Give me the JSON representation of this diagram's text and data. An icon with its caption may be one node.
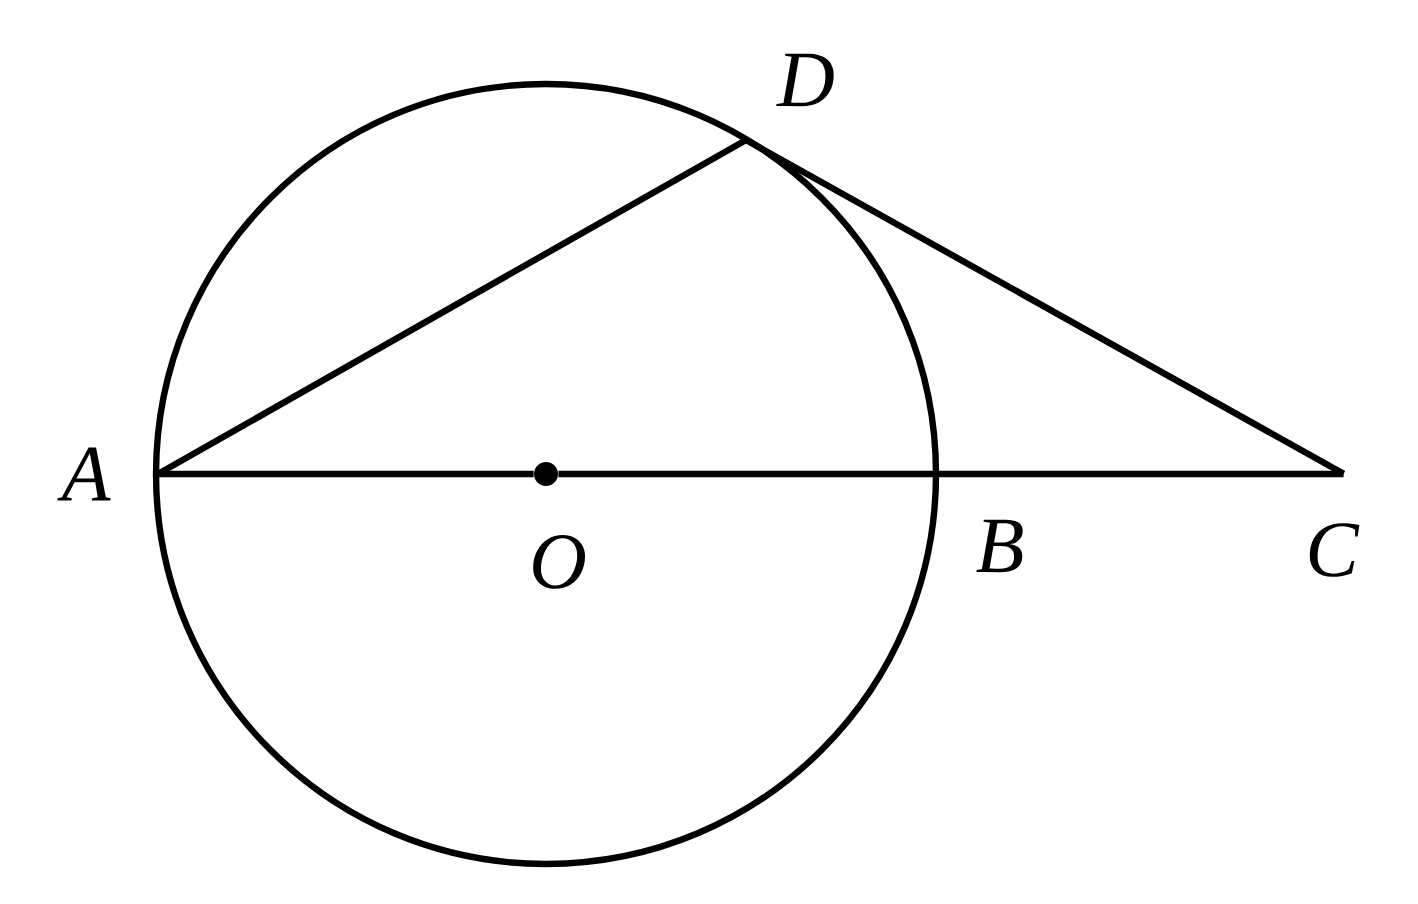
{
  "diagram": {
    "nodes": [
      {
        "text": [],
        "shape": "circle"
      },
      {
        "text": [
          "D"
        ]
      },
      {
        "text": [
          "A"
        ]
      },
      {
        "text": [
          "O"
        ],
        "in": 0
      },
      {
        "text": [
          "B"
        ]
      },
      {
        "text": [
          "C"
        ]
      }
    ],
    "edges": [
      {
        "from": 2,
        "to": 1,
        "arrow": "none"
      },
      {
        "from": 1,
        "to": 5,
        "arrow": "none"
      },
      {
        "from": 2,
        "to": 3,
        "arrow": "none"
      },
      {
        "from": 3,
        "to": 4,
        "arrow": "none"
      },
      {
        "from": 4,
        "to": 5,
        "arrow": "none"
      }
    ]
  }
}
